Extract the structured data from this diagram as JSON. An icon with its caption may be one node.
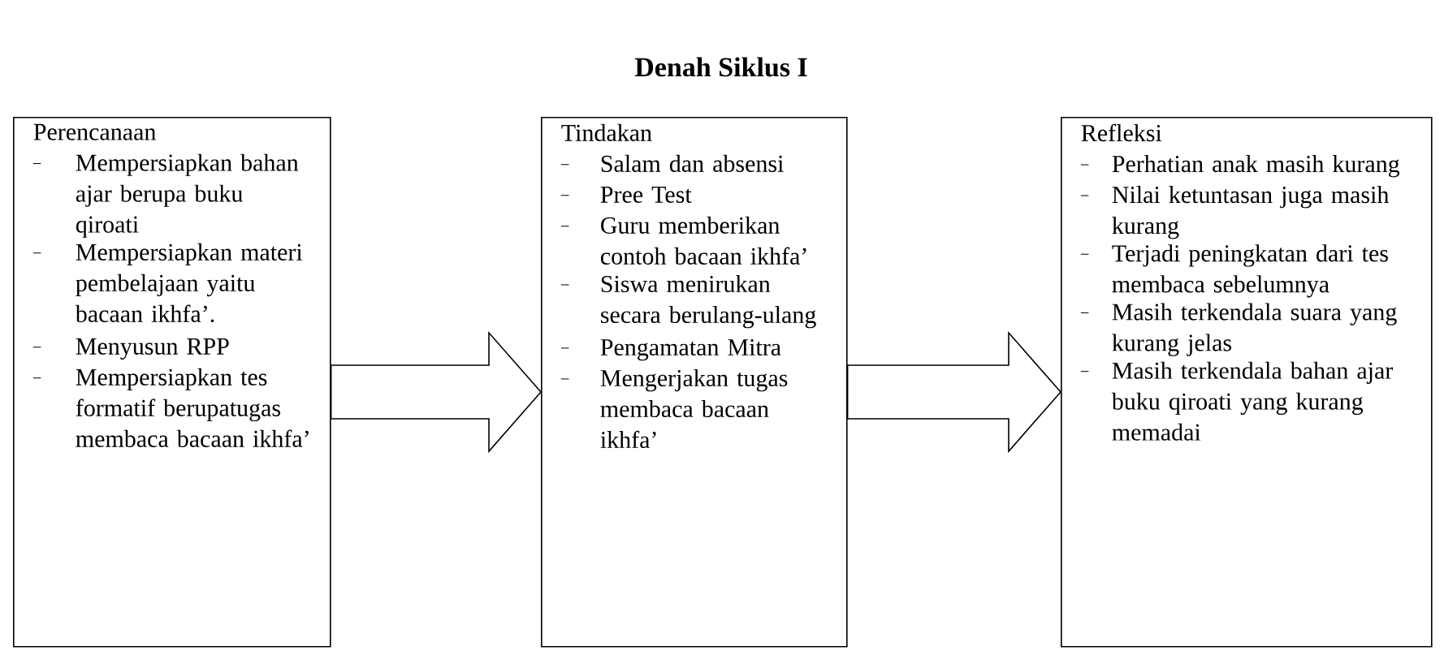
{
  "diagram": {
    "title": "Denah Siklus I",
    "nodes": [
      {
        "text": [
          "Perencanaan",
          "Mempersiapkan bahan ajar berupa buku qiroati",
          "Mempersiapkan materi pembelajaan yaitu bacaan ikhfa’.",
          "Menyusun RPP",
          "Mempersiapkan tes formatif berupatugas membaca bacaan ikhfa’"
        ]
      },
      {
        "text": [
          "Tindakan",
          "Salam dan absensi",
          "Pree Test",
          "Guru memberikan contoh bacaan ikhfa’",
          "Siswa menirukan secara berulang-ulang",
          "Pengamatan Mitra",
          "Mengerjakan tugas membaca bacaan ikhfa’"
        ]
      },
      {
        "text": [
          "Refleksi",
          "Perhatian anak masih kurang",
          "Nilai ketuntasan juga masih kurang",
          "Terjadi peningkatan dari tes membaca sebelumnya",
          "Masih terkendala suara yang kurang jelas",
          "Masih terkendala bahan ajar buku qiroati yang kurang memadai"
        ]
      }
    ],
    "edges": [
      {
        "from": 0,
        "to": 1,
        "arrow": "to"
      },
      {
        "from": 1,
        "to": 2,
        "arrow": "to"
      }
    ]
  }
}
